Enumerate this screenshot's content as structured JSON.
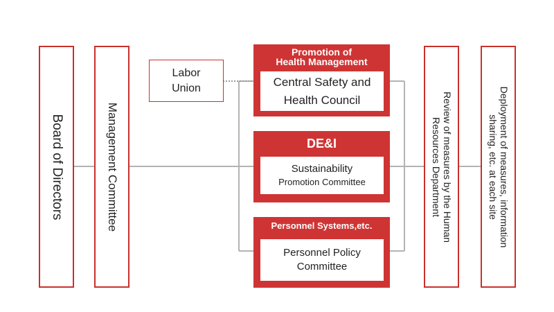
{
  "board": {
    "label": "Board of Directors"
  },
  "management": {
    "label": "Management Committee"
  },
  "labor_union": {
    "line1": "Labor",
    "line2": "Union"
  },
  "health": {
    "title_line1": "Promotion of",
    "title_line2": "Health Management",
    "body_line1": "Central Safety and",
    "body_line2": "Health Council"
  },
  "dei": {
    "title": "DE&I",
    "body_line1": "Sustainability",
    "body_line2": "Promotion Committee"
  },
  "personnel": {
    "title": "Personnel Systems,etc.",
    "body_line1": "Personnel Policy",
    "body_line2": "Committee"
  },
  "review": {
    "line1": "Review of measures by the Human",
    "line2": "Resources Department"
  },
  "deployment": {
    "line1": "Deployment of measures, information",
    "line2": "sharing, etc. at each site"
  },
  "colors": {
    "accent": "#cf3434",
    "line": "#b3b3b3"
  }
}
